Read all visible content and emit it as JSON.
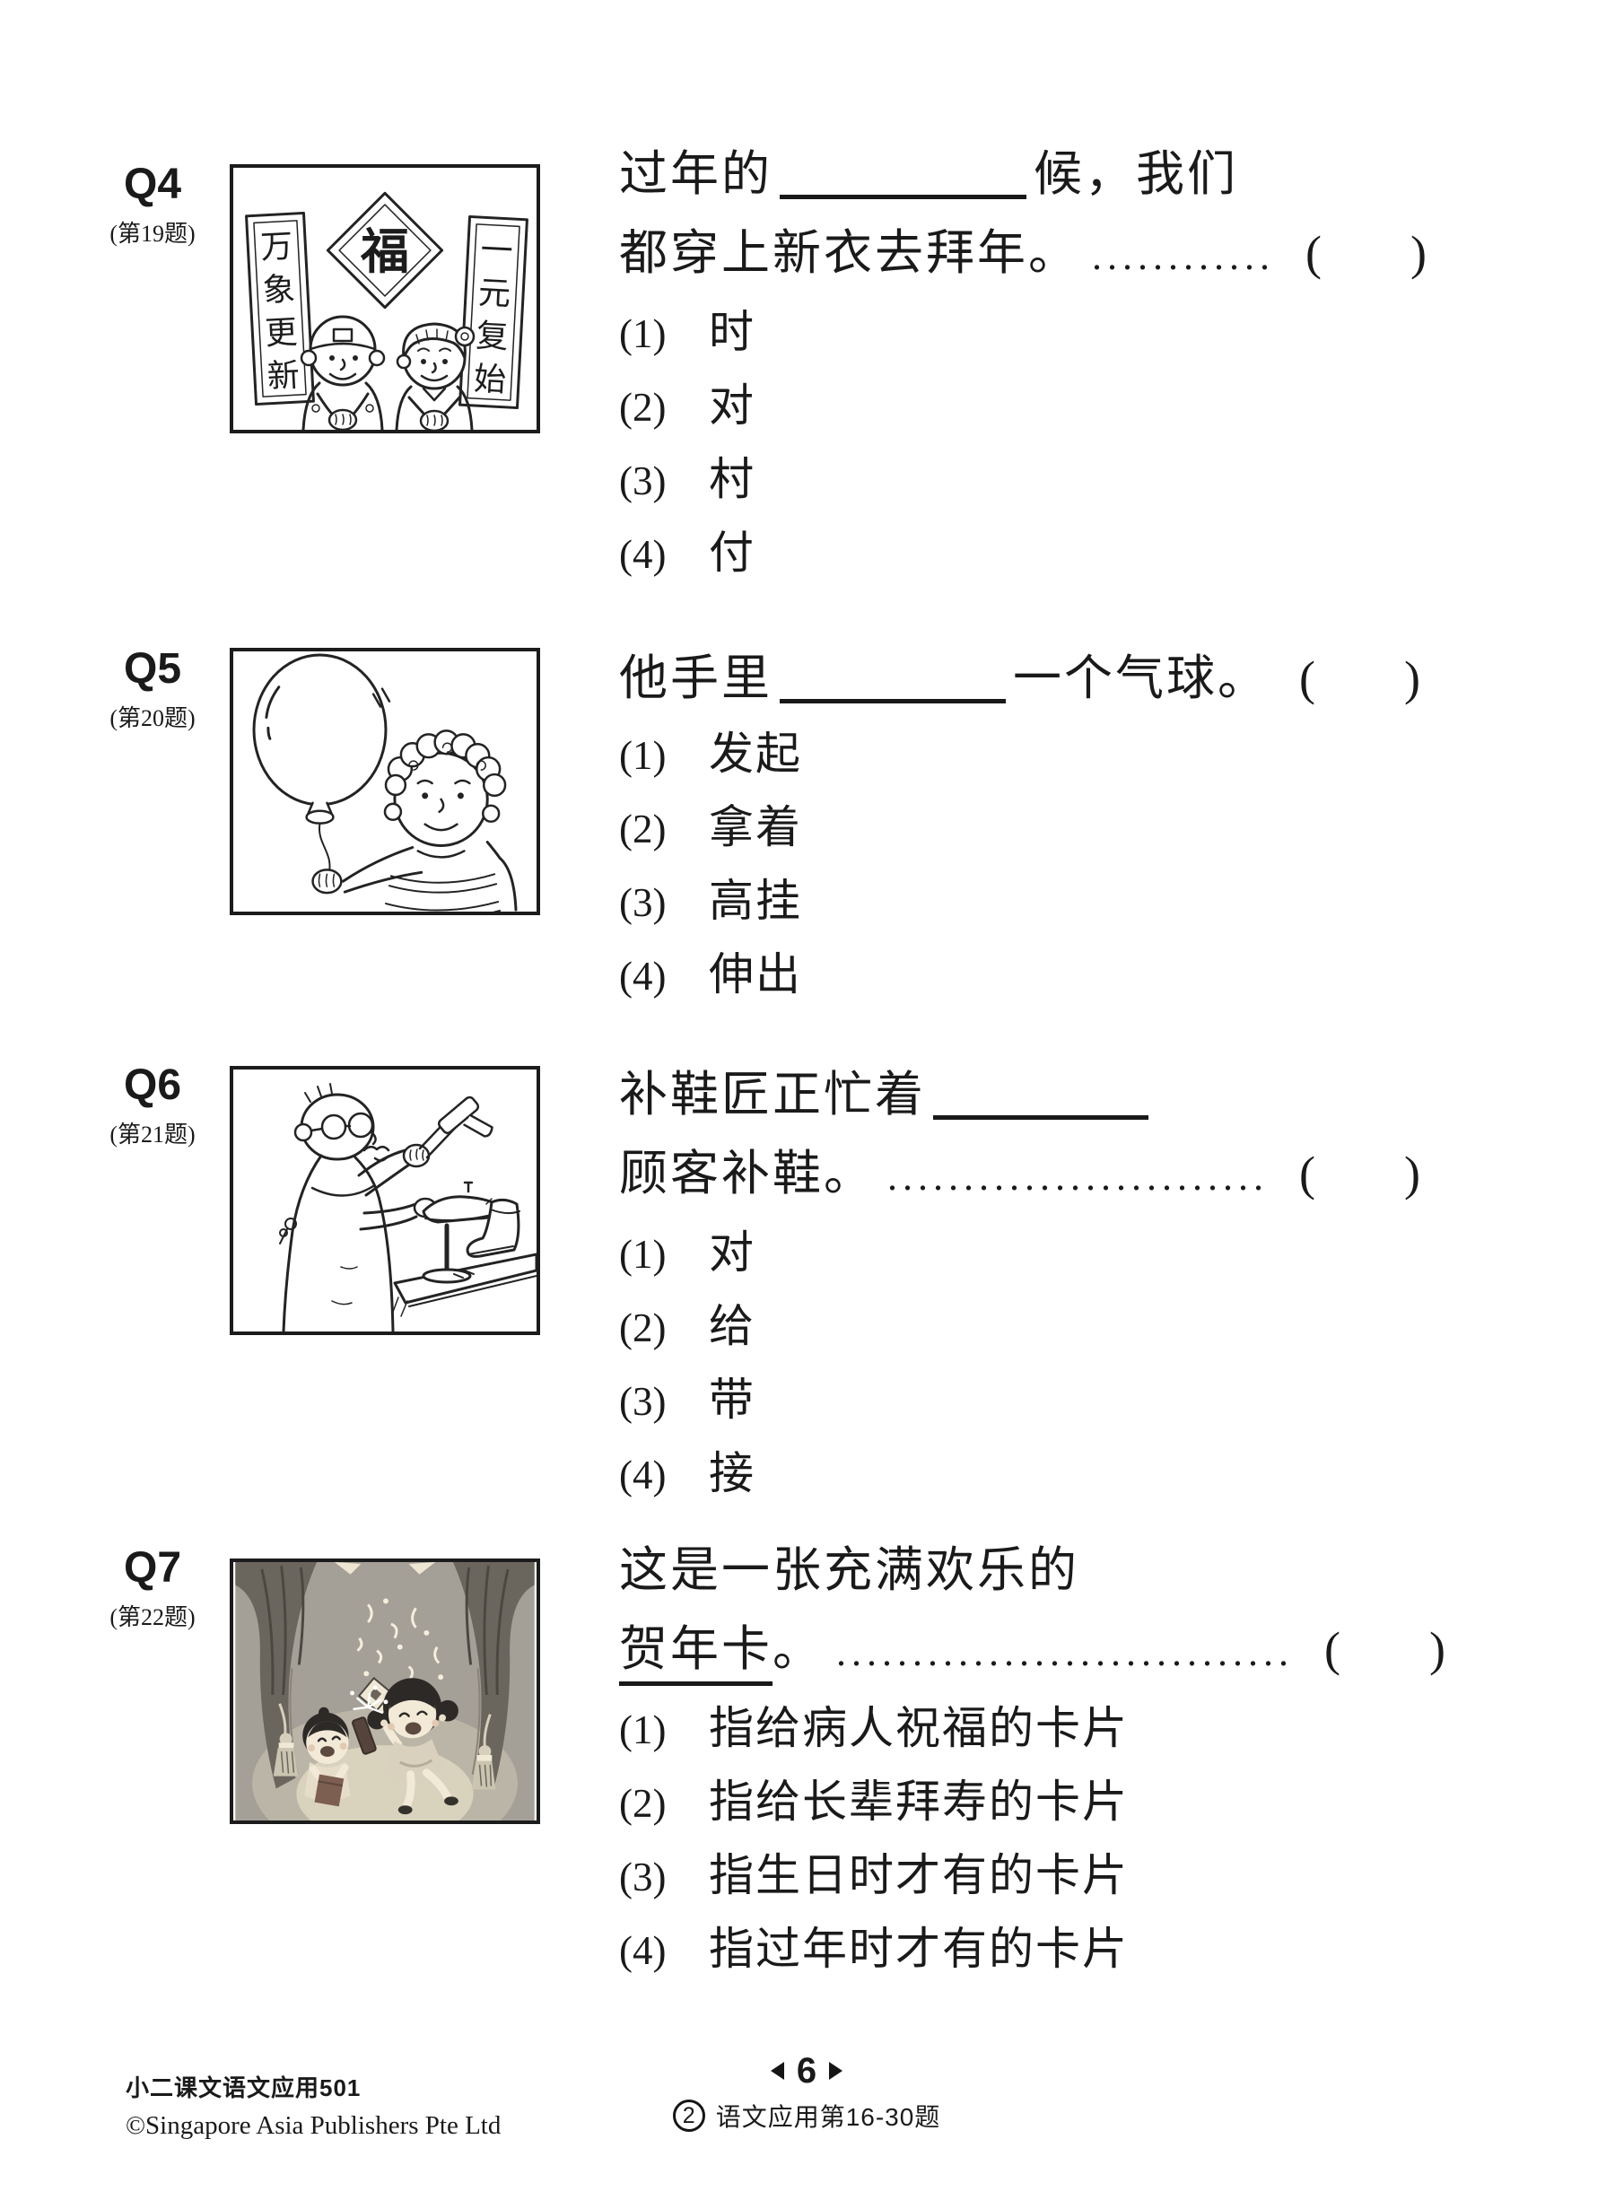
{
  "marks": {
    "open": "(",
    "close": ")"
  },
  "questions": [
    {
      "label": "Q4",
      "ref": "(第19题)",
      "stem_pre": "过年的",
      "stem_post": "候，我们",
      "stem_line2": "都穿上新衣去拜年。",
      "leader": "............",
      "options": [
        {
          "num": "(1)",
          "text": "时"
        },
        {
          "num": "(2)",
          "text": "对"
        },
        {
          "num": "(3)",
          "text": "村"
        },
        {
          "num": "(4)",
          "text": "付"
        }
      ],
      "art": {
        "center": "福",
        "left": [
          "万",
          "象",
          "更",
          "新"
        ],
        "right": [
          "一",
          "元",
          "复",
          "始"
        ]
      }
    },
    {
      "label": "Q5",
      "ref": "(第20题)",
      "stem_pre": "他手里",
      "stem_post": "一个气球。",
      "options": [
        {
          "num": "(1)",
          "text": "发起"
        },
        {
          "num": "(2)",
          "text": "拿着"
        },
        {
          "num": "(3)",
          "text": "高挂"
        },
        {
          "num": "(4)",
          "text": "伸出"
        }
      ]
    },
    {
      "label": "Q6",
      "ref": "(第21题)",
      "stem_line1": "补鞋匠正忙着",
      "stem_line2": "顾客补鞋。",
      "leader": ".........................",
      "options": [
        {
          "num": "(1)",
          "text": "对"
        },
        {
          "num": "(2)",
          "text": "给"
        },
        {
          "num": "(3)",
          "text": "带"
        },
        {
          "num": "(4)",
          "text": "接"
        }
      ]
    },
    {
      "label": "Q7",
      "ref": "(第22题)",
      "stem_line1": "这是一张充满欢乐的",
      "stem_underlined": "贺年卡",
      "stem_period": "。",
      "leader": "..............................",
      "options": [
        {
          "num": "(1)",
          "text": "指给病人祝福的卡片"
        },
        {
          "num": "(2)",
          "text": "指给长辈拜寿的卡片"
        },
        {
          "num": "(3)",
          "text": "指生日时才有的卡片"
        },
        {
          "num": "(4)",
          "text": "指过年时才有的卡片"
        }
      ]
    }
  ],
  "footer": {
    "series_title": "小二课文语文应用501",
    "copyright": "©Singapore Asia Publishers Pte Ltd",
    "page_number": "6",
    "section_badge": "2",
    "section_note": "语文应用第16-30题"
  }
}
